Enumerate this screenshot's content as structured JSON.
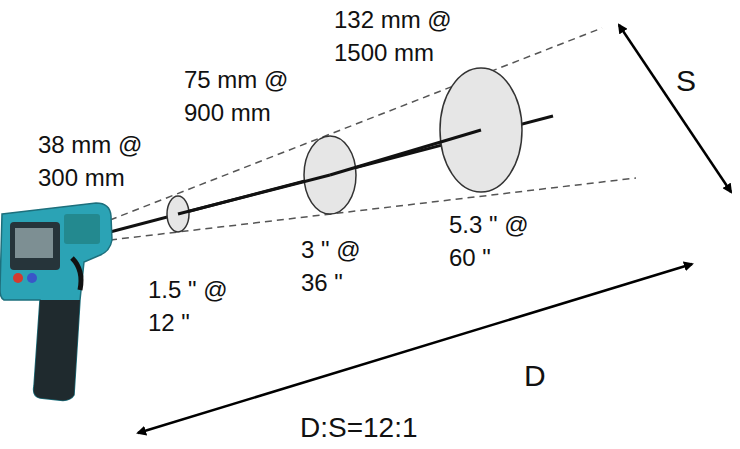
{
  "diagram": {
    "labels": [
      "38 mm @ 300 mm",
      "75 mm @ 900 mm",
      "132 mm @ 1500 mm",
      "1.5 \" @ 12 \"",
      "3 \" @ 36 \"",
      "5.3 \" @ 60 \"",
      "S",
      "D",
      "D:S=12:1"
    ]
  }
}
